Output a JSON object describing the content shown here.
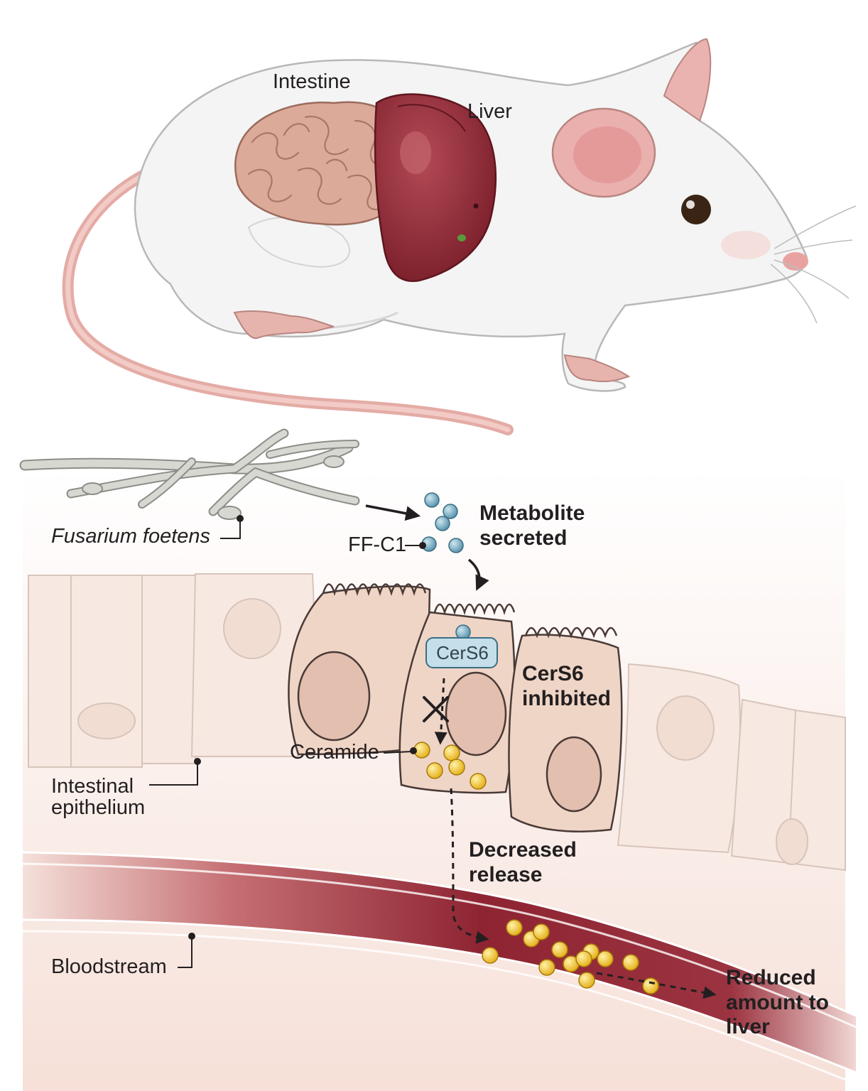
{
  "labels": {
    "intestine": "Intestine",
    "liver": "Liver",
    "fungus": "Fusarium foetens",
    "ffc1": "FF-C1",
    "metabolite": "Metabolite secreted",
    "cers6": "CerS6",
    "cers6_inhibited": "CerS6 inhibited",
    "ceramide": "Ceramide",
    "epithelium": "Intestinal epithelium",
    "decreased_release": "Decreased release",
    "bloodstream": "Bloodstream",
    "reduced_amount": "Reduced amount to liver"
  },
  "colors": {
    "mouse_fur": "#f4f4f4",
    "mouse_pink": "#e6aaa8",
    "intestine": "#dcaa98",
    "liver": "#8f2733",
    "fungus": "#d8d8d2",
    "metabolite": "#7fb3c9",
    "cers6_box": "#c4dfe9",
    "ceramide": "#f3c93a",
    "cell_active": "#efd5c6",
    "cell_faded": "#f7e9e1",
    "blood_vessel": "#9b2c3a",
    "text": "#231f20"
  }
}
